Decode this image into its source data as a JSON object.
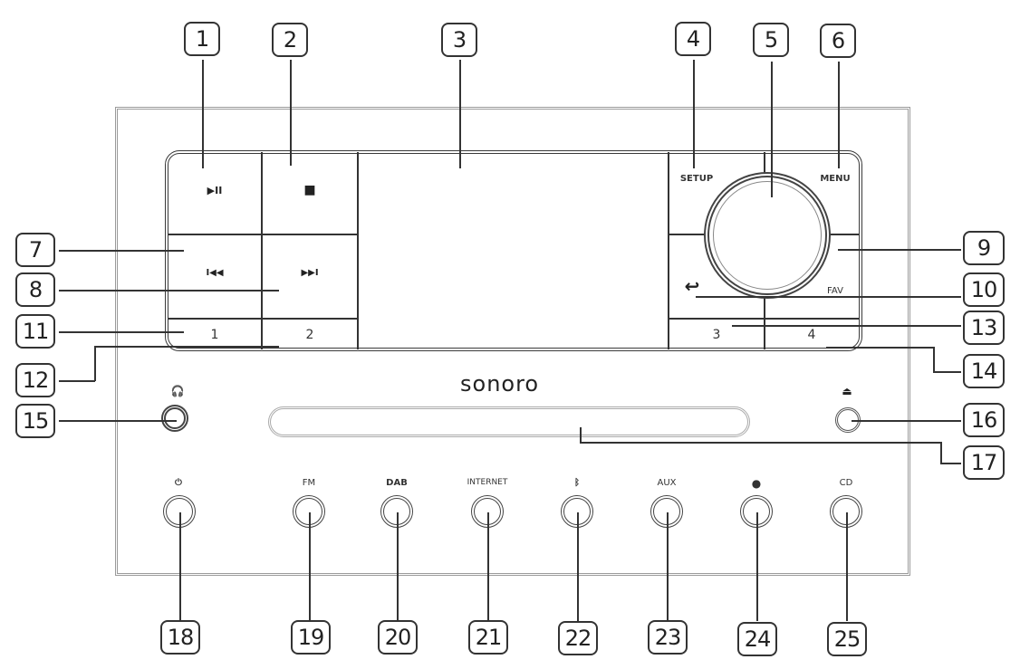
{
  "brand": {
    "logo_text": "sonoro"
  },
  "callouts": [
    {
      "n": "1",
      "target": "play-pause-button"
    },
    {
      "n": "2",
      "target": "stop-button"
    },
    {
      "n": "3",
      "target": "display"
    },
    {
      "n": "4",
      "target": "setup-button"
    },
    {
      "n": "5",
      "target": "navigation-knob"
    },
    {
      "n": "6",
      "target": "menu-button"
    },
    {
      "n": "7",
      "target": "previous-button"
    },
    {
      "n": "8",
      "target": "next-button"
    },
    {
      "n": "9",
      "target": "right-button"
    },
    {
      "n": "10",
      "target": "back-fav-button"
    },
    {
      "n": "11",
      "target": "preset-1-button"
    },
    {
      "n": "12",
      "target": "preset-2-button"
    },
    {
      "n": "13",
      "target": "preset-3-button"
    },
    {
      "n": "14",
      "target": "preset-4-button"
    },
    {
      "n": "15",
      "target": "headphone-jack"
    },
    {
      "n": "16",
      "target": "eject-button"
    },
    {
      "n": "17",
      "target": "cd-slot"
    },
    {
      "n": "18",
      "target": "power-button"
    },
    {
      "n": "19",
      "target": "fm-button"
    },
    {
      "n": "20",
      "target": "dab-button"
    },
    {
      "n": "21",
      "target": "internet-button"
    },
    {
      "n": "22",
      "target": "bluetooth-button"
    },
    {
      "n": "23",
      "target": "aux-button"
    },
    {
      "n": "24",
      "target": "record-button"
    },
    {
      "n": "25",
      "target": "cd-button"
    }
  ],
  "panel": {
    "play_pause_glyph": "▶II",
    "stop_glyph": "■",
    "prev_glyph": "I◀◀",
    "next_glyph": "▶▶I",
    "preset_1": "1",
    "preset_2": "2",
    "preset_3": "3",
    "preset_4": "4",
    "setup_label": "SETUP",
    "menu_label": "MENU",
    "fav_label": "FAV",
    "back_glyph": "↩"
  },
  "front": {
    "headphone_glyph": "🎧",
    "eject_glyph": "⏏"
  },
  "source_buttons": [
    {
      "label": "⏻",
      "name": "power"
    },
    {
      "label": "FM",
      "name": "fm"
    },
    {
      "label": "DAB",
      "name": "dab"
    },
    {
      "label": "INTERNET",
      "name": "internet"
    },
    {
      "label": "ᛒ",
      "name": "bluetooth"
    },
    {
      "label": "AUX",
      "name": "aux"
    },
    {
      "label": "●",
      "name": "record"
    },
    {
      "label": "CD",
      "name": "cd"
    }
  ]
}
